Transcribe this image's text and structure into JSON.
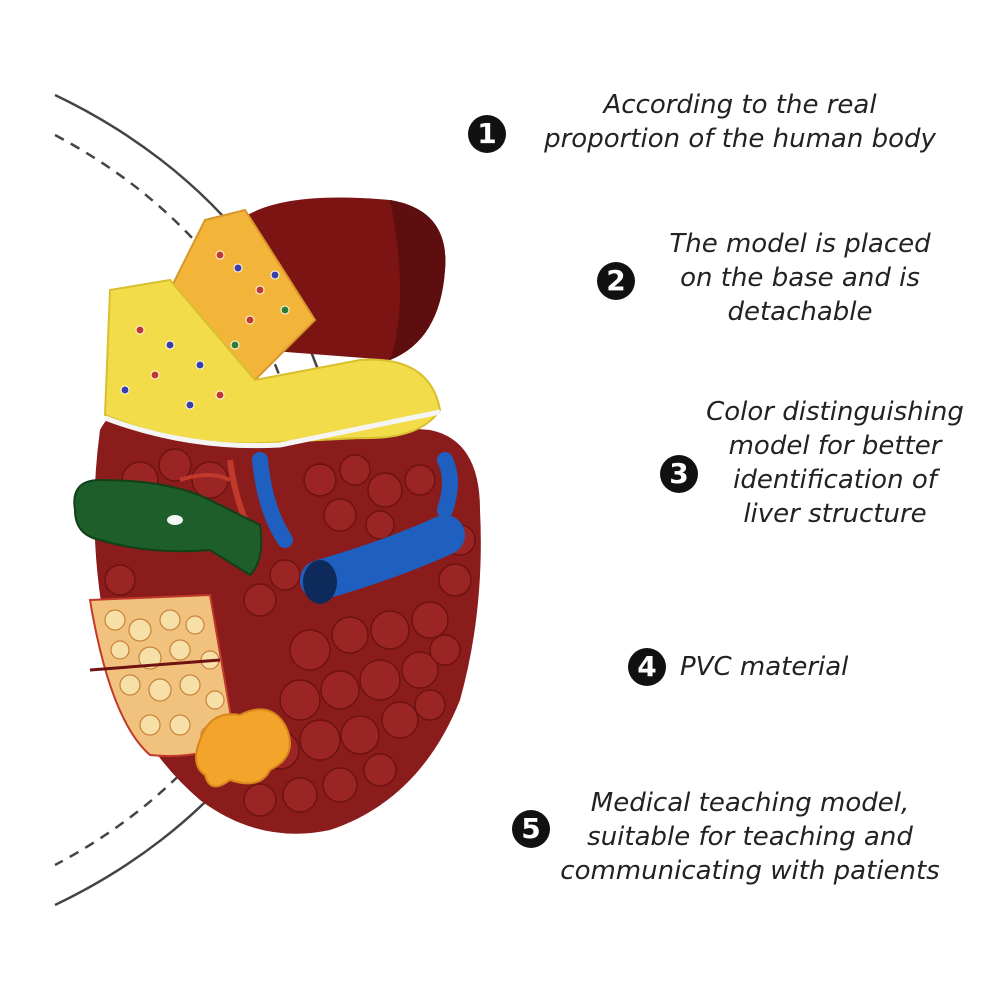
{
  "features": [
    {
      "number": "1",
      "lines": [
        "According to the real",
        "proportion of the human body"
      ]
    },
    {
      "number": "2",
      "lines": [
        "The model is placed",
        "on the base and is",
        "detachable"
      ]
    },
    {
      "number": "3",
      "lines": [
        "Color distinguishing",
        "model for better",
        "identification of",
        "liver structure"
      ]
    },
    {
      "number": "4",
      "lines": [
        "PVC material"
      ]
    },
    {
      "number": "5",
      "lines": [
        "Medical teaching model,",
        "suitable for teaching and",
        "communicating with patients"
      ]
    }
  ],
  "colors": {
    "liver": "#8a1c1c",
    "liver_dark": "#6e1212",
    "fat_yellow": "#f2dc4a",
    "fat_orange": "#f3b43a",
    "gallbladder": "#1e5e2a",
    "vein_blue": "#1f5fbf",
    "artery_red": "#c0392b",
    "circle_line": "#444444"
  },
  "image": {
    "subject": "liver-anatomy-model"
  }
}
